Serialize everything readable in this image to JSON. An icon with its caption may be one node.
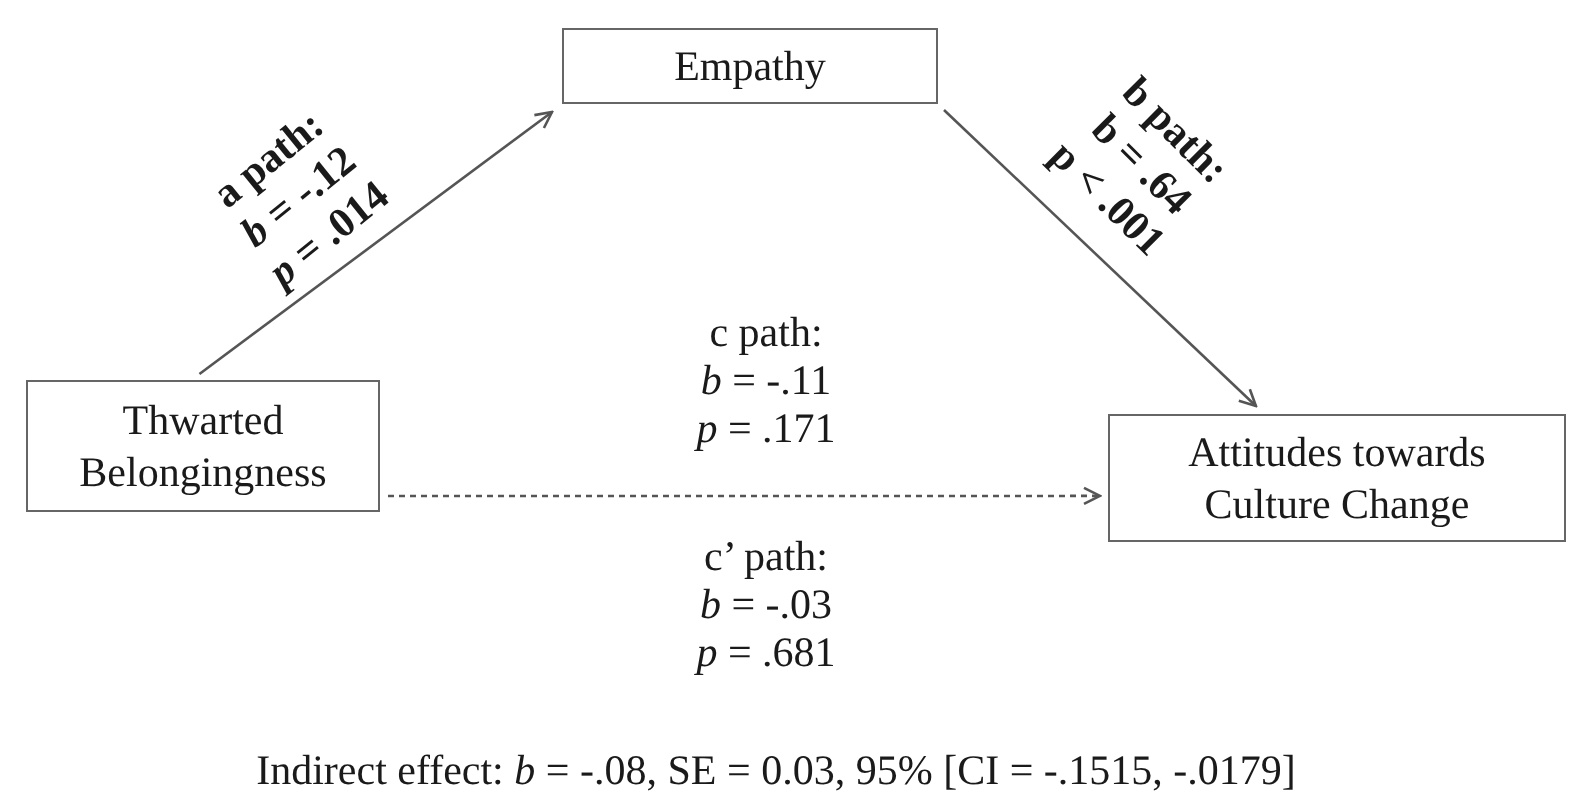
{
  "diagram": {
    "nodes": [
      {
        "text": [
          "Empathy"
        ]
      },
      {
        "text": [
          "Thwarted Belongingness"
        ]
      },
      {
        "text": [
          "Attitudes towards Culture Change"
        ]
      }
    ],
    "edges": [
      {
        "from": 1,
        "to": 0,
        "arrow": "to",
        "label": "a path: *b* = -.12 *p* = .014"
      },
      {
        "from": 0,
        "to": 2,
        "arrow": "to",
        "label": "b path: b = .64 p < .001"
      },
      {
        "from": 1,
        "to": 2,
        "arrow": "to",
        "style": "dashed",
        "label": "c path: *b* = -.11 *p* = .171"
      }
    ],
    "labels": [
      "c’ path: *b* = -.03 *p* = .681",
      "Indirect effect: *b* = -.08, SE = 0.03, 95% [CI = -.1515, -.0179]"
    ]
  }
}
